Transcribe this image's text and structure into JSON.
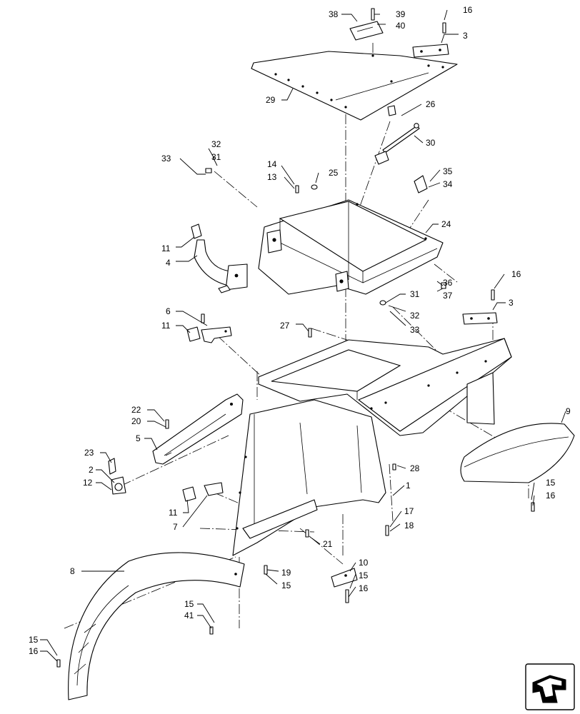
{
  "callouts": {
    "c38": "38",
    "c39": "39",
    "c40": "40",
    "c16a": "16",
    "c3a": "3",
    "c29": "29",
    "c26": "26",
    "c30": "30",
    "c33a": "33",
    "c32a": "32",
    "c31a": "31",
    "c14": "14",
    "c13": "13",
    "c25": "25",
    "c35": "35",
    "c34": "34",
    "c24": "24",
    "c11a": "11",
    "c4": "4",
    "c16b": "16",
    "c36": "36",
    "c37": "37",
    "c3b": "3",
    "c31b": "31",
    "c32b": "32",
    "c33b": "33",
    "c6": "6",
    "c11b": "11",
    "c27": "27",
    "c22": "22",
    "c20": "20",
    "c5": "5",
    "c9": "9",
    "c23": "23",
    "c2": "2",
    "c12": "12",
    "c28": "28",
    "c1": "1",
    "c11c": "11",
    "c7": "7",
    "c17": "17",
    "c18": "18",
    "c21": "21",
    "c8": "8",
    "c19": "19",
    "c15a": "15",
    "c10": "10",
    "c15b": "15",
    "c16c": "16",
    "c15c": "15",
    "c16d": "16",
    "c15d": "15",
    "c41": "41",
    "c15e": "15",
    "c16e": "16"
  },
  "icons": {
    "navigation": "next-page-arrow-icon"
  }
}
